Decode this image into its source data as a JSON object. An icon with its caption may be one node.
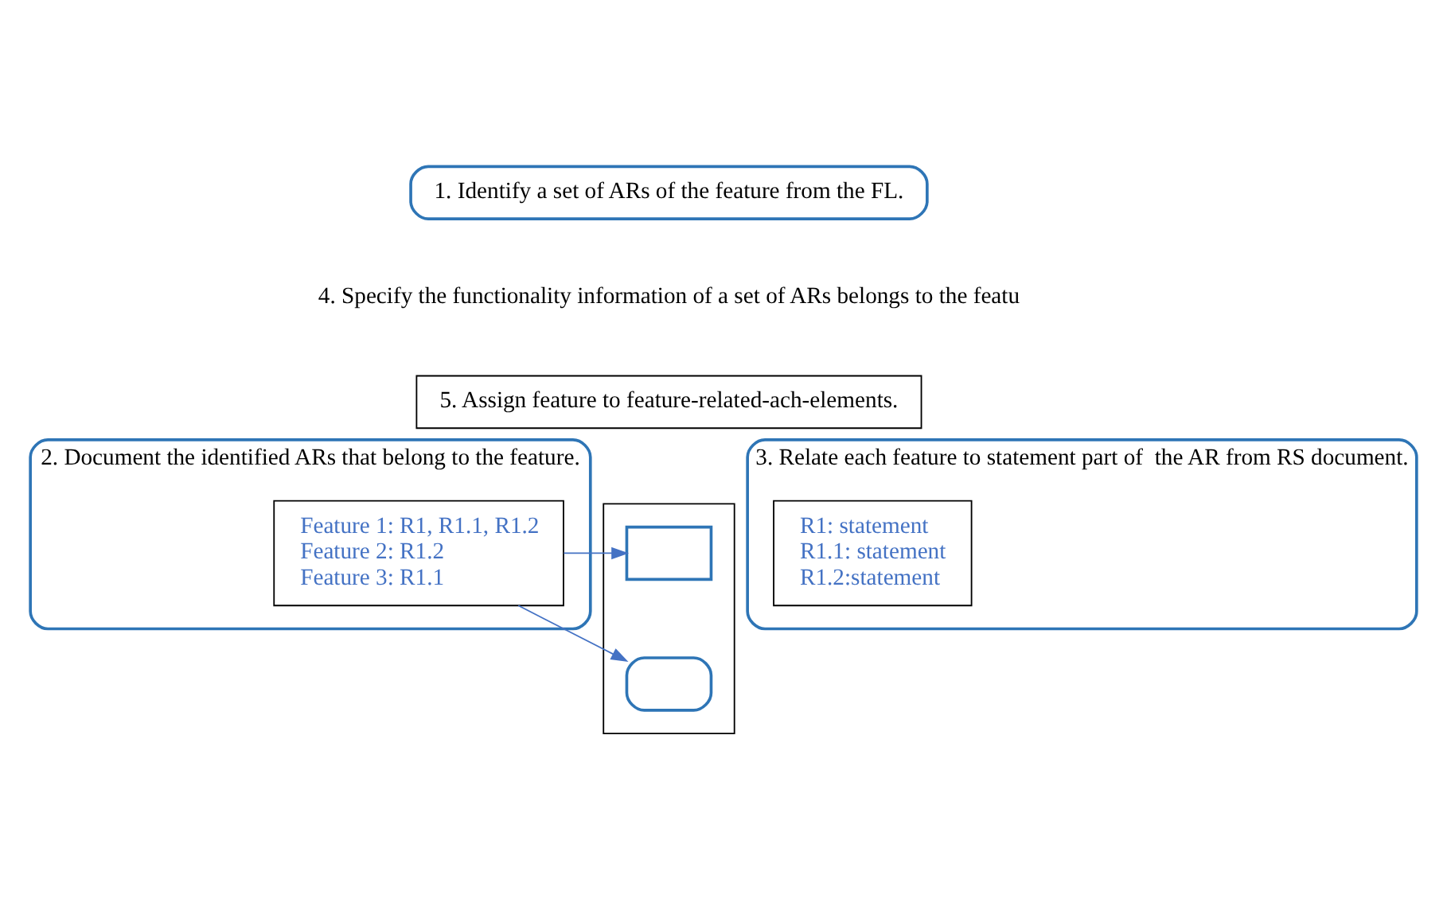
{
  "diagram": {
    "nodes": [
      {
        "text": [
          "1. Identify a set of ARs of the feature from the FL."
        ]
      },
      {
        "text": [
          "2. Document the identified ARs that belong to the feature."
        ]
      },
      {
        "text": [
          "3. Relate each feature to statement part of  the AR from RS document."
        ]
      },
      {
        "text": [
          "5. Assign feature to feature-related-ach-elements."
        ]
      },
      {
        "text": [
          "Feature 1: R1, R1.1, R1.2",
          "Feature 2: R1.2",
          "Feature 3: R1.1"
        ],
        "in": 1
      },
      {
        "text": [],
        "shape": "box"
      },
      {
        "text": [],
        "shape": "box",
        "in": 5
      },
      {
        "text": [],
        "shape": "box",
        "in": 5
      },
      {
        "text": [
          "R1: statement",
          "R1.1: statement",
          "R1.2:statement"
        ],
        "in": 2
      }
    ],
    "edges": [
      {
        "from": 4,
        "to": 6,
        "arrow": "to",
        "color": "#4472c4"
      },
      {
        "from": 4,
        "to": 7,
        "arrow": "to",
        "color": "#4472c4"
      }
    ],
    "labels": [
      "4. Specify the functionality information of a set of ARs belongs to the featu"
    ]
  }
}
